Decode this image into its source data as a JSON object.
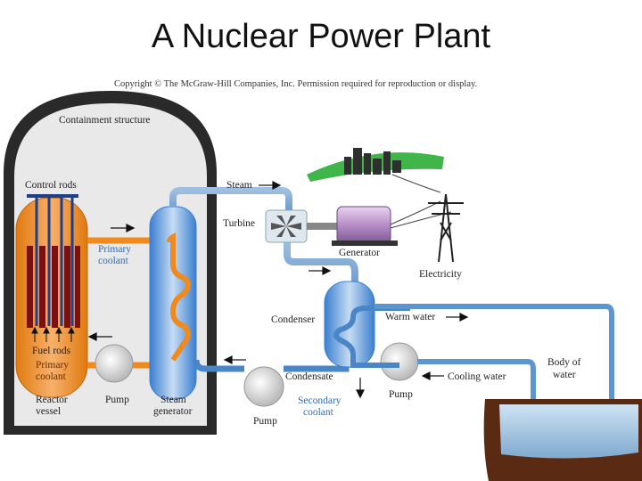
{
  "title": "A Nuclear Power Plant",
  "copyright": "Copyright © The McGraw-Hill Companies, Inc. Permission required for reproduction or display.",
  "labels": {
    "containment": "Containment structure",
    "control_rods": "Control rods",
    "primary_coolant_top_1": "Primary",
    "primary_coolant_top_2": "coolant",
    "fuel_rods": "Fuel rods",
    "primary_coolant_bottom_1": "Primary",
    "primary_coolant_bottom_2": "coolant",
    "reactor_vessel_1": "Reactor",
    "reactor_vessel_2": "vessel",
    "pump_primary": "Pump",
    "steam_generator_1": "Steam",
    "steam_generator_2": "generator",
    "steam": "Steam",
    "turbine": "Turbine",
    "generator": "Generator",
    "electricity": "Electricity",
    "condenser": "Condenser",
    "warm_water": "Warm water",
    "condensate": "Condensate",
    "secondary_coolant_1": "Secondary",
    "secondary_coolant_2": "coolant",
    "pump_secondary": "Pump",
    "pump_cooling": "Pump",
    "cooling_water": "Cooling water",
    "body_of_water_1": "Body of",
    "body_of_water_2": "water"
  },
  "colors": {
    "primary_coolant": "#f08a1c",
    "secondary_coolant": "#4a86c5",
    "cooling_water": "#6aa3d8",
    "containment": "#1a1a1a",
    "fuel_rod": "#7a1010",
    "city": "#2f2f2f",
    "land": "#3fb54a"
  }
}
